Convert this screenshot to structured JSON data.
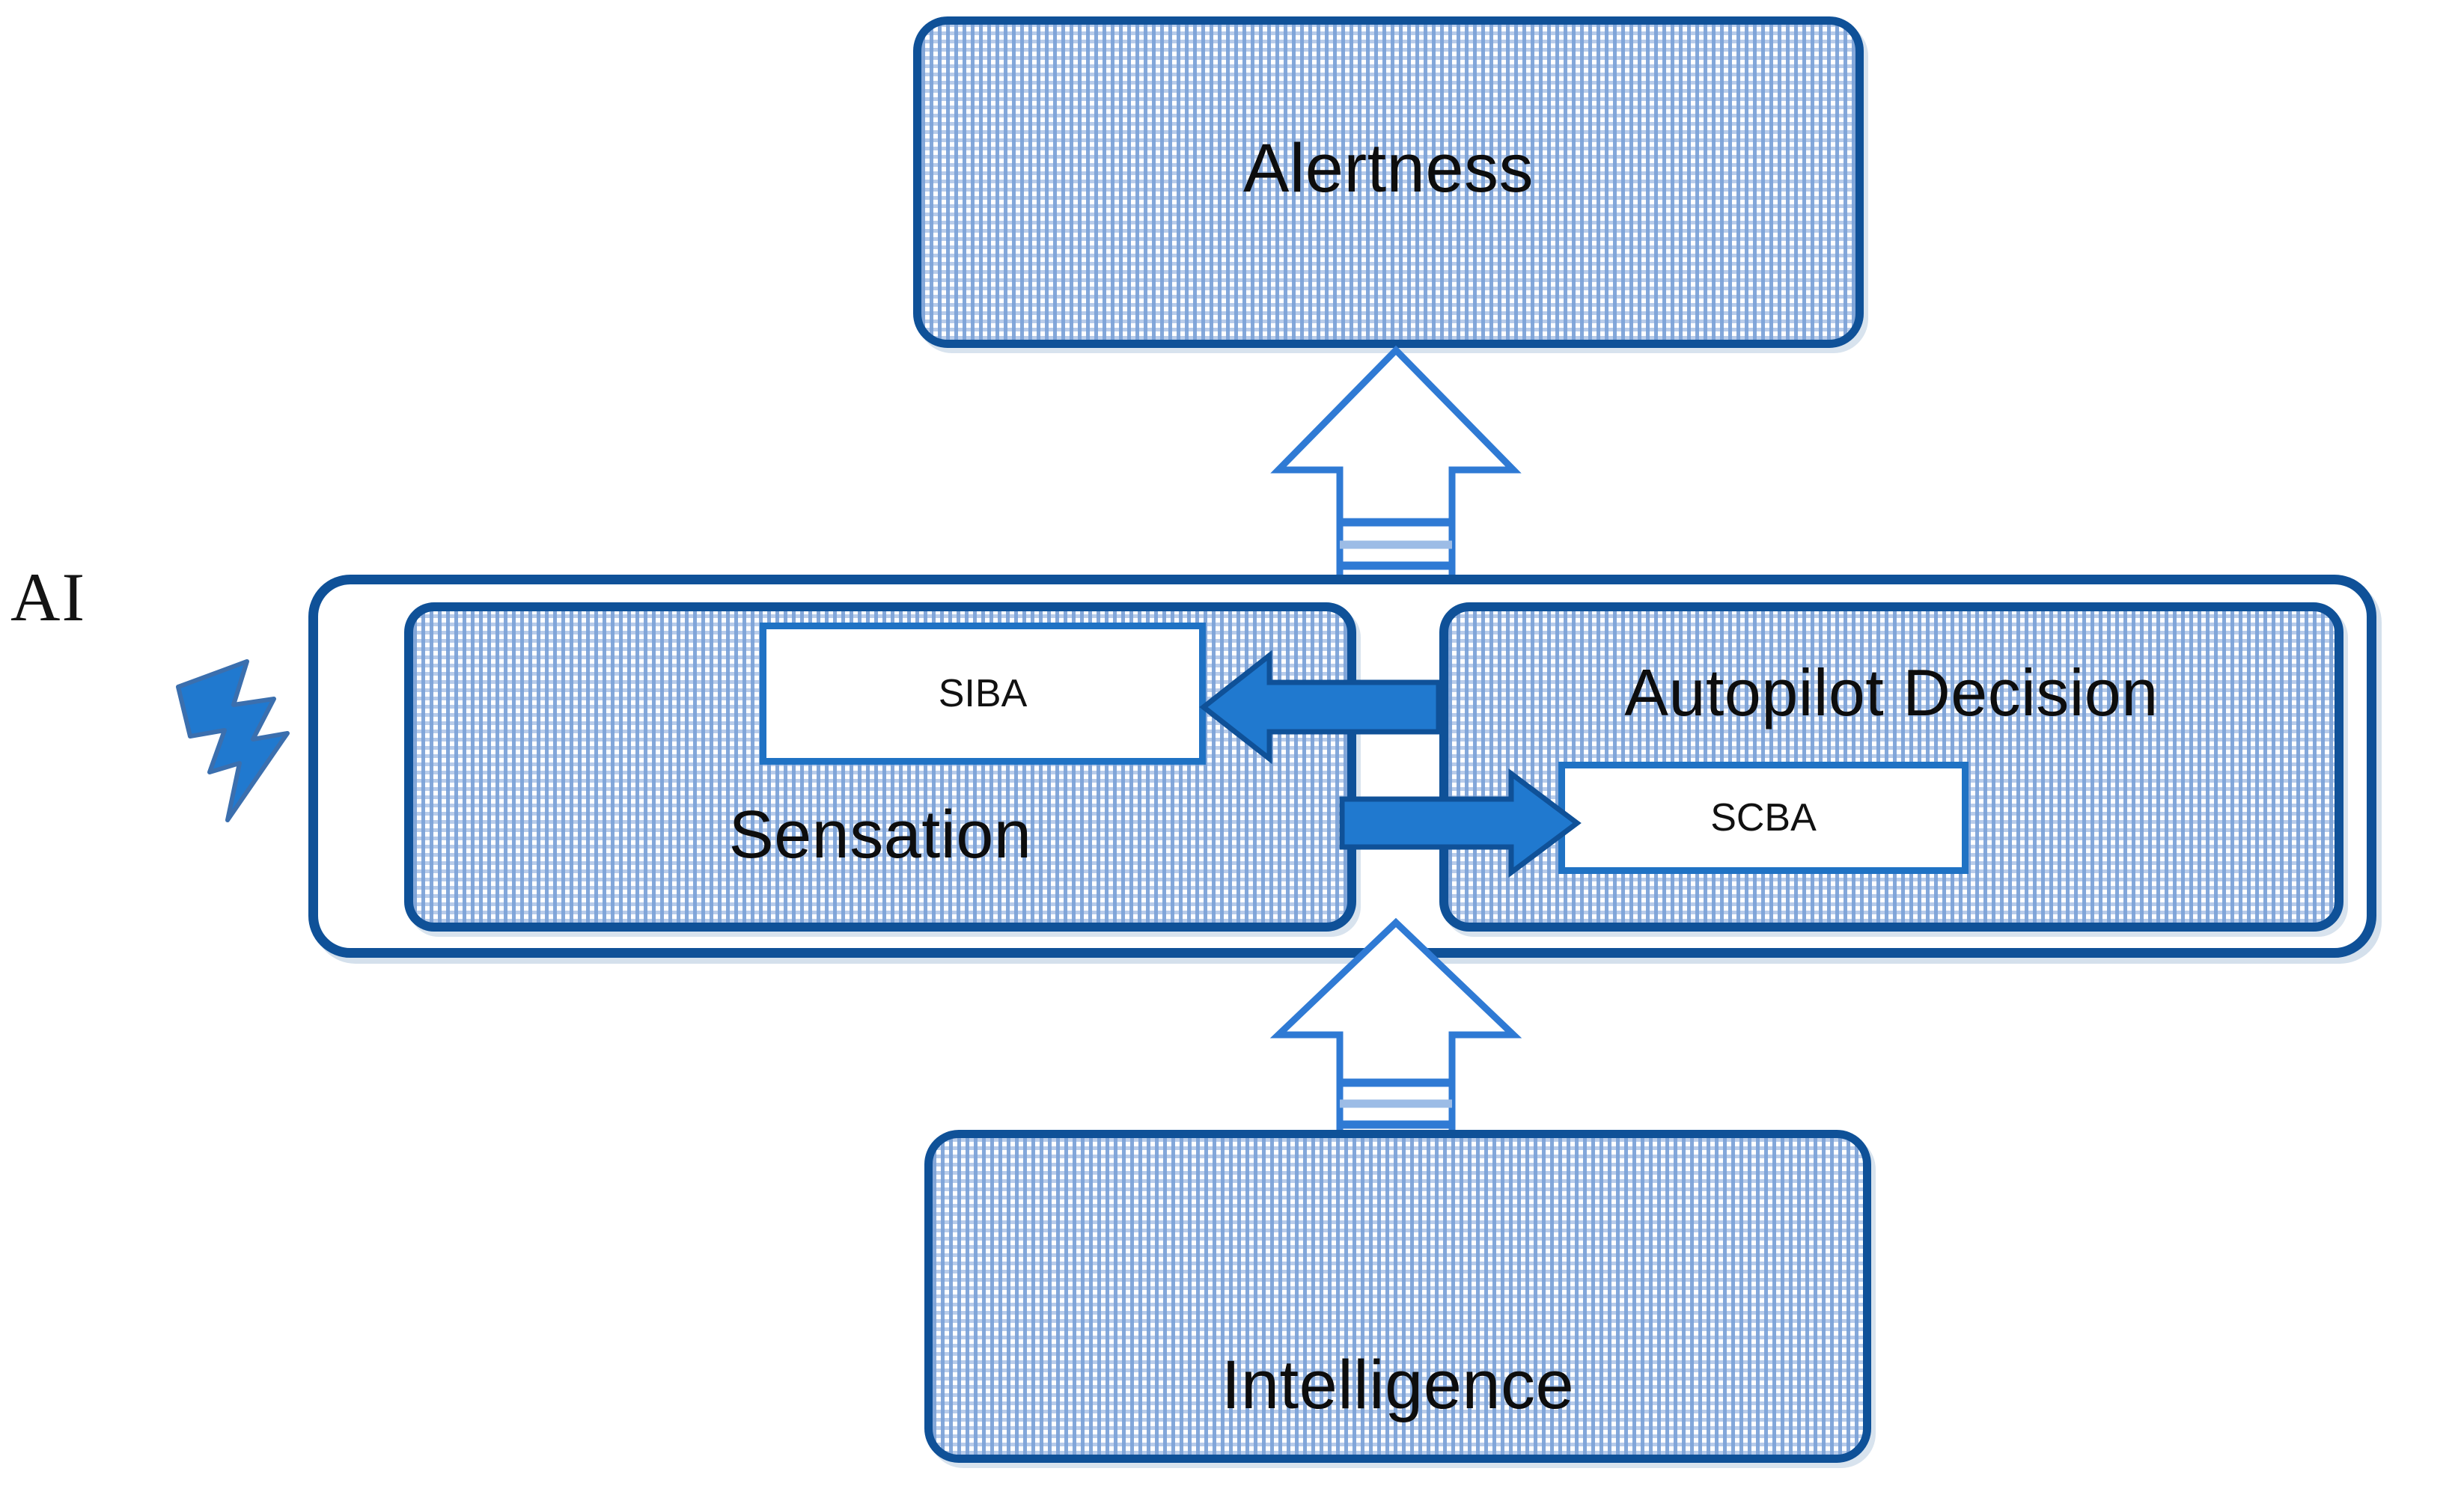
{
  "diagram": {
    "title_text": "Alertness / Sensation / Autopilot Decision / Intelligence flow",
    "colors": {
      "border_dark_blue": "#0f5198",
      "inner_box_blue": "#1f72c4",
      "pattern_blue": "#7da3d8",
      "arrow_fill": "#2079cf",
      "arrow_edge": "#0f5198",
      "text_black": "#111111",
      "background": "#ffffff"
    },
    "nodes": {
      "alertness": {
        "label": "Alertness"
      },
      "intelligence": {
        "label": "Intelligence"
      },
      "sensation": {
        "label": "Sensation"
      },
      "autopilot": {
        "label": "Autopilot Decision"
      },
      "siba": {
        "label": "SIBA"
      },
      "scba": {
        "label": "SCBA"
      }
    },
    "annotations": {
      "ai": "AI"
    },
    "icons": {
      "bolt": "lightning-bolt-icon",
      "arrow_up_to_alertness": "hollow-up-arrow-icon",
      "arrow_up_from_intelligence": "hollow-up-arrow-icon",
      "arrow_left_to_siba": "left-arrow-icon",
      "arrow_right_to_scba": "right-arrow-icon"
    },
    "edges": [
      {
        "from": "sensation-autopilot-group",
        "to": "alertness",
        "style": "hollow-up-arrow"
      },
      {
        "from": "intelligence",
        "to": "sensation-autopilot-group",
        "style": "hollow-up-arrow"
      },
      {
        "from": "autopilot",
        "to": "siba",
        "style": "solid-left-arrow"
      },
      {
        "from": "sensation",
        "to": "scba",
        "style": "solid-right-arrow"
      },
      {
        "from": "ai",
        "to": "sensation-autopilot-group",
        "style": "lightning-bolt"
      }
    ]
  }
}
